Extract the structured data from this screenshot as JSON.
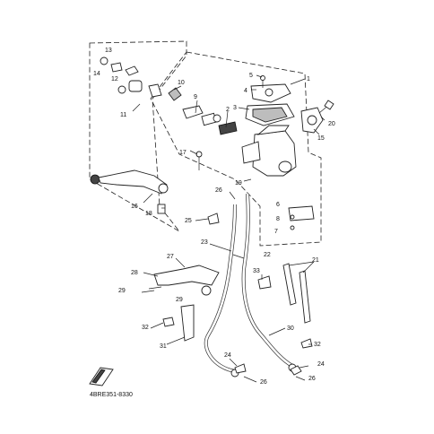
{
  "diagram": {
    "code": "4BRE351-8330",
    "callouts": [
      {
        "id": "c1",
        "label": "1"
      },
      {
        "id": "c2",
        "label": "2"
      },
      {
        "id": "c3",
        "label": "3"
      },
      {
        "id": "c4",
        "label": "4"
      },
      {
        "id": "c5",
        "label": "5"
      },
      {
        "id": "c6",
        "label": "6"
      },
      {
        "id": "c7",
        "label": "7"
      },
      {
        "id": "c8",
        "label": "8"
      },
      {
        "id": "c9",
        "label": "9"
      },
      {
        "id": "c10",
        "label": "10"
      },
      {
        "id": "c11",
        "label": "11"
      },
      {
        "id": "c12",
        "label": "12"
      },
      {
        "id": "c13",
        "label": "13"
      },
      {
        "id": "c14",
        "label": "14"
      },
      {
        "id": "c15",
        "label": "15"
      },
      {
        "id": "c16",
        "label": "16"
      },
      {
        "id": "c17",
        "label": "17"
      },
      {
        "id": "c18",
        "label": "18"
      },
      {
        "id": "c19",
        "label": "19"
      },
      {
        "id": "c20",
        "label": "20"
      },
      {
        "id": "c21",
        "label": "21"
      },
      {
        "id": "c22",
        "label": "22"
      },
      {
        "id": "c23",
        "label": "23"
      },
      {
        "id": "c24a",
        "label": "24"
      },
      {
        "id": "c24b",
        "label": "24"
      },
      {
        "id": "c25",
        "label": "25"
      },
      {
        "id": "c26a",
        "label": "26"
      },
      {
        "id": "c26b",
        "label": "26"
      },
      {
        "id": "c26c",
        "label": "26"
      },
      {
        "id": "c27",
        "label": "27"
      },
      {
        "id": "c28",
        "label": "28"
      },
      {
        "id": "c29a",
        "label": "29"
      },
      {
        "id": "c29b",
        "label": "29"
      },
      {
        "id": "c30",
        "label": "30"
      },
      {
        "id": "c31",
        "label": "31"
      },
      {
        "id": "c32a",
        "label": "32"
      },
      {
        "id": "c32b",
        "label": "32"
      },
      {
        "id": "c33",
        "label": "33"
      }
    ]
  }
}
